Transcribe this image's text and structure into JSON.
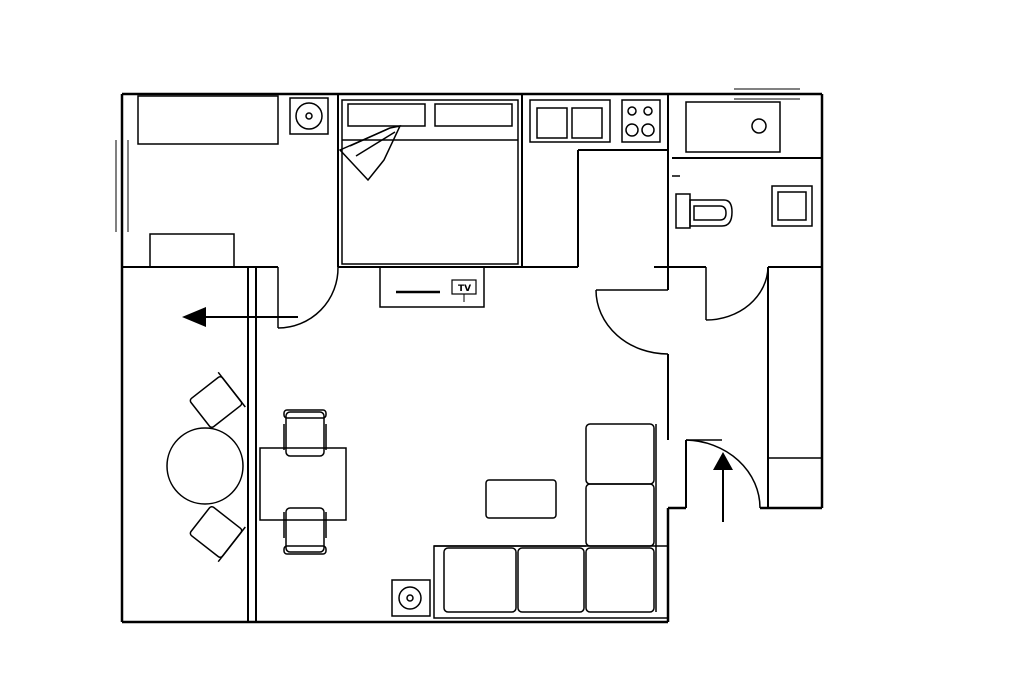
{
  "diagram": {
    "type": "floor-plan",
    "labels": {
      "tv": "TV"
    },
    "colors": {
      "line": "#000000",
      "background": "#ffffff"
    },
    "rooms": [
      "bedroom",
      "office",
      "kitchen",
      "bathroom",
      "living-room",
      "balcony",
      "hallway"
    ],
    "icons": [
      "bed-icon",
      "armchair-icon",
      "toilet-icon",
      "sink-icon",
      "stove-icon",
      "sofa-icon",
      "plant-icon",
      "entry-arrow-icon",
      "balcony-arrow-icon"
    ]
  }
}
